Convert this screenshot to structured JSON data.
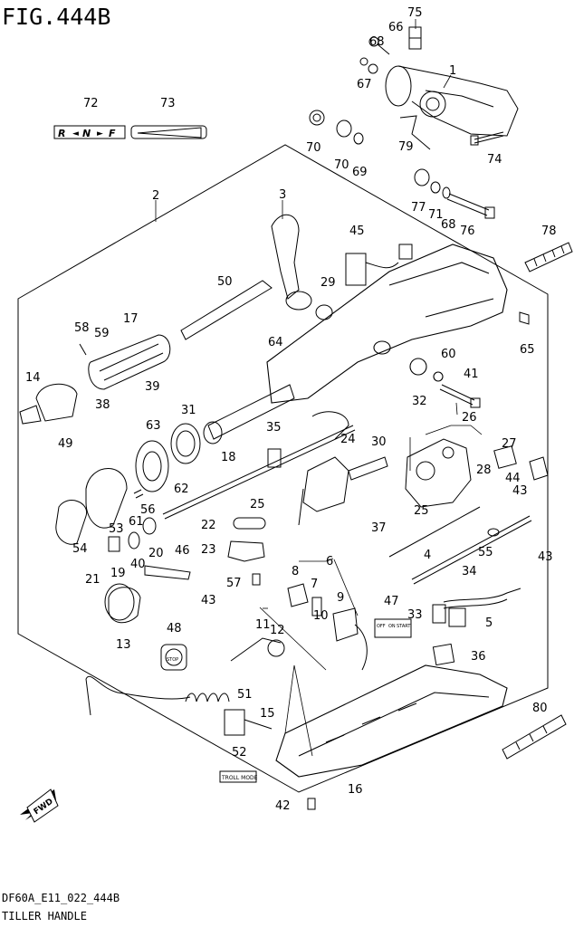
{
  "figure": {
    "title": "FIG.444B",
    "footer_code": "DF60A_E11_022_444B",
    "footer_name": "TILLER HANDLE"
  },
  "decals": {
    "shift_letters": [
      "R",
      "N",
      "F"
    ],
    "switch_positions": [
      "OFF",
      "ON",
      "START"
    ],
    "troll_mode": "TROLL MODE",
    "stop": "STOP",
    "fwd": "FWD"
  },
  "callouts": [
    "1",
    "2",
    "3",
    "4",
    "5",
    "6",
    "7",
    "8",
    "9",
    "10",
    "11",
    "12",
    "13",
    "14",
    "15",
    "16",
    "17",
    "18",
    "19",
    "20",
    "21",
    "22",
    "23",
    "24",
    "25",
    "25",
    "26",
    "27",
    "28",
    "29",
    "30",
    "31",
    "32",
    "33",
    "34",
    "35",
    "36",
    "37",
    "38",
    "39",
    "40",
    "41",
    "42",
    "43",
    "43",
    "43",
    "44",
    "45",
    "46",
    "47",
    "48",
    "49",
    "50",
    "51",
    "52",
    "53",
    "54",
    "55",
    "56",
    "57",
    "58",
    "59",
    "60",
    "61",
    "62",
    "63",
    "64",
    "65",
    "66",
    "67",
    "68",
    "68",
    "69",
    "70",
    "70",
    "71",
    "72",
    "73",
    "74",
    "75",
    "76",
    "77",
    "78",
    "79",
    "80"
  ],
  "colors": {
    "line": "#000000",
    "background": "#ffffff"
  }
}
